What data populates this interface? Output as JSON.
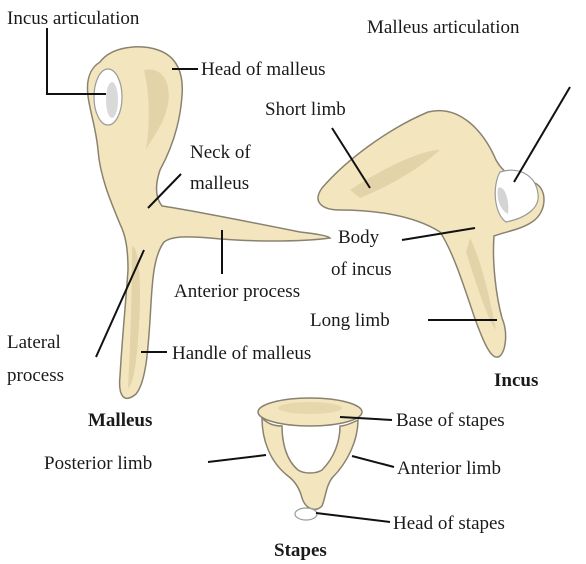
{
  "labels": {
    "incus_articulation": "Incus articulation",
    "head_of_malleus": "Head of malleus",
    "neck_of_malleus_1": "Neck of",
    "neck_of_malleus_2": "malleus",
    "anterior_process": "Anterior process",
    "lateral_process_1": "Lateral",
    "lateral_process_2": "process",
    "handle_of_malleus": "Handle of malleus",
    "malleus": "Malleus",
    "malleus_articulation": "Malleus articulation",
    "short_limb": "Short limb",
    "body_of_incus_1": "Body",
    "body_of_incus_2": "of incus",
    "long_limb": "Long limb",
    "incus": "Incus",
    "base_of_stapes": "Base of stapes",
    "posterior_limb": "Posterior limb",
    "anterior_limb": "Anterior limb",
    "head_of_stapes": "Head of stapes",
    "stapes": "Stapes"
  },
  "colors": {
    "bone": "#f3e6bf",
    "bone_shade": "#e2d4a8",
    "outline": "#8a8270",
    "leader": "#111111",
    "text": "#1a1a1a"
  }
}
